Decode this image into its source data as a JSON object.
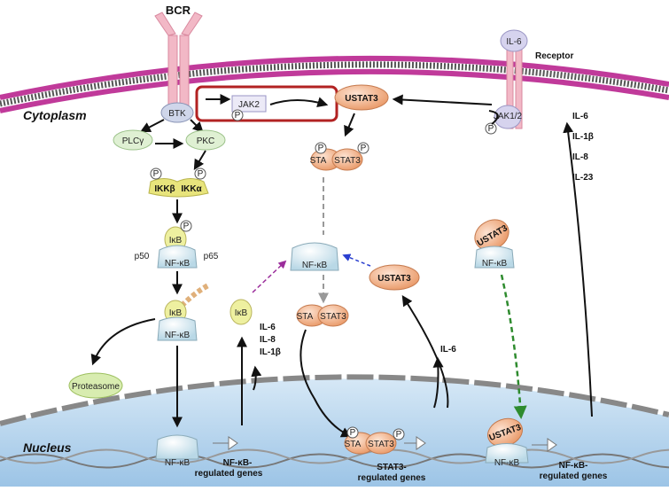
{
  "labels": {
    "bcr": "BCR",
    "receptor": "Receptor",
    "il6_top": "IL-6",
    "cytoplasm": "Cytoplasm",
    "nucleus": "Nucleus",
    "btk": "BTK",
    "jak2": "JAK2",
    "ustat3_top": "USTAT3",
    "jak12": "JAK1/2",
    "plcg": "PLCγ",
    "pkc": "PKC",
    "ikkb": "IKKβ",
    "ikka": "IKKα",
    "ikb": "IκB",
    "p50": "p50",
    "p65": "p65",
    "nfkb": "NF-κB",
    "stat3": "STAT3",
    "sta_partial": "STA",
    "ustat3_mid": "USTAT3",
    "ustat3_right": "USTAT3",
    "ustat3_nuc": "USTAT3",
    "proteasome": "Proteasome",
    "p": "P",
    "nfkb_genes_1": "NF-κB-",
    "nfkb_genes_2": "regulated genes",
    "stat3_genes_1": "STAT3-",
    "stat3_genes_2": "regulated genes",
    "nfkb_genes_r1": "NF-κB-",
    "nfkb_genes_r2": "regulated genes"
  },
  "cytokines_left": [
    "IL-6",
    "IL-8",
    "IL-1β"
  ],
  "cytokine_il6_mid": "IL-6",
  "cytokines_right": [
    "IL-6",
    "IL-1β",
    "IL-8",
    "IL-23"
  ],
  "colors": {
    "membrane": "#c03a9a",
    "nucleus_fill": "#bcd7ee",
    "receptor": "#f2b8c6",
    "stat3": "#f4b895",
    "ikk": "#e8e47c",
    "highlight_box": "#b22222",
    "green_arrow": "#2e8b2e",
    "purple_arrow": "#9b2d9b",
    "blue_arrow": "#2a3fd0"
  }
}
